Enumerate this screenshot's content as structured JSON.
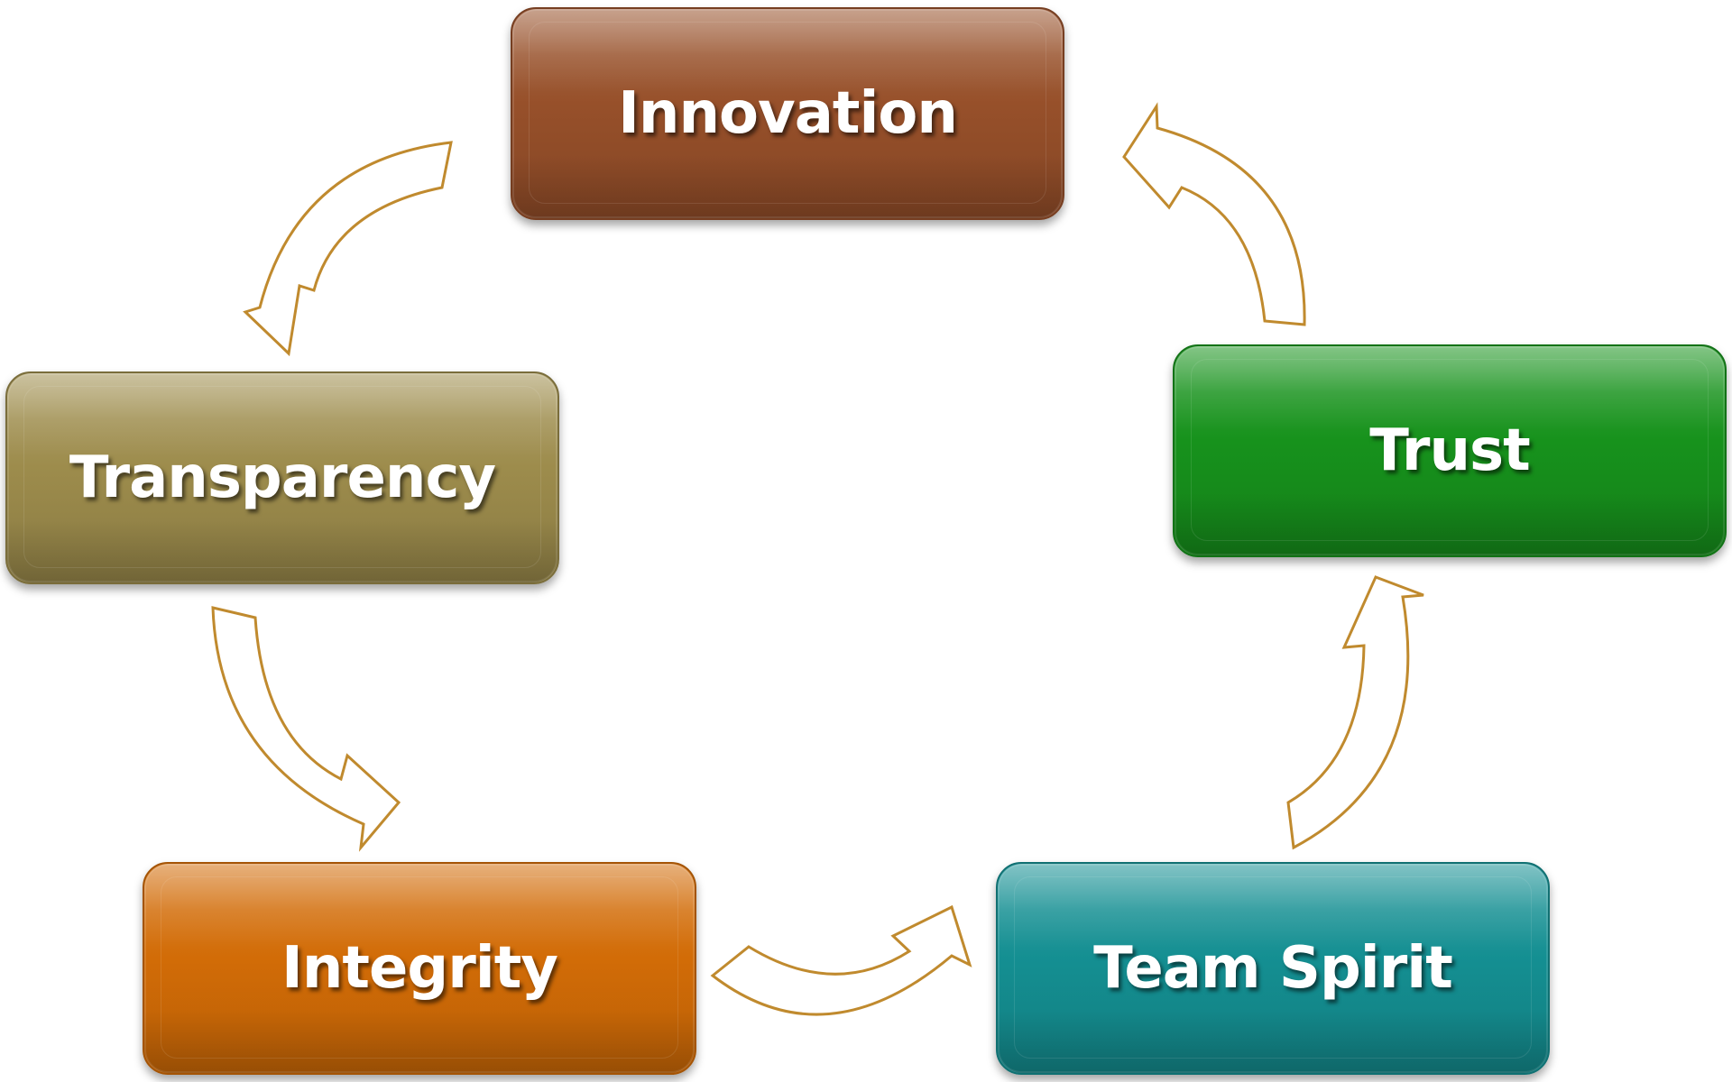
{
  "diagram": {
    "nodes": [
      {
        "id": "innovation",
        "label": "Innovation",
        "color": "#97502a"
      },
      {
        "id": "trust",
        "label": "Trust",
        "color": "#17921c"
      },
      {
        "id": "transparency",
        "label": "Transparency",
        "color": "#9d8c4c"
      },
      {
        "id": "integrity",
        "label": "Integrity",
        "color": "#d26c07"
      },
      {
        "id": "team-spirit",
        "label": "Team Spirit",
        "color": "#148f92"
      }
    ],
    "arrow_color": "#c08a2e",
    "flow": [
      [
        "innovation",
        "transparency"
      ],
      [
        "transparency",
        "integrity"
      ],
      [
        "integrity",
        "team-spirit"
      ],
      [
        "team-spirit",
        "trust"
      ],
      [
        "trust",
        "innovation"
      ]
    ]
  }
}
